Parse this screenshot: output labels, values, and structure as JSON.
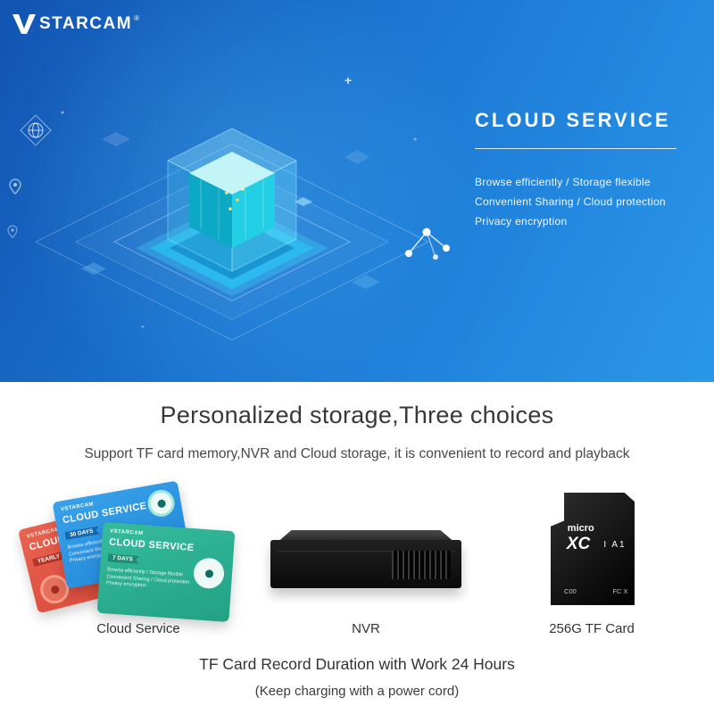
{
  "logo": {
    "text": "STARCAM",
    "reg": "®"
  },
  "hero": {
    "title": "CLOUD SERVICE",
    "features": [
      "Browse efficiently / Storage flexible",
      "Convenient Sharing / Cloud protection",
      "Privacy encryption"
    ]
  },
  "section": {
    "title": "Personalized storage,Three choices",
    "subtitle": "Support TF card memory,NVR and Cloud storage, it is convenient to record and playback",
    "products": [
      {
        "label": "Cloud Service"
      },
      {
        "label": "NVR"
      },
      {
        "label": "256G TF Card"
      }
    ]
  },
  "cards": {
    "red": {
      "brand": "VSTARCAM",
      "title": "CLOUD S",
      "ribbon": "YEARLY"
    },
    "blue": {
      "brand": "VSTARCAM",
      "title": "CLOUD SERVICE",
      "ribbon": "30 DAYS",
      "lines": [
        "Browse efficiently / Storage flexible",
        "Convenient Sharing / Cloud protection",
        "Privacy encryption"
      ]
    },
    "green": {
      "brand": "VSTARCAM",
      "title": "CLOUD SERVICE",
      "ribbon": "7 DAYS",
      "lines": [
        "Browse efficiently / Storage flexible",
        "Convenient Sharing / Cloud protection",
        "Privacy encryption"
      ]
    }
  },
  "tfcard": {
    "brand_line1": "micro",
    "brand_line2": "XC",
    "speed_class": "I A1",
    "mark_left": "C00",
    "mark_right": "FC X"
  },
  "deco": {
    "plus": "+"
  },
  "footer": {
    "line1": "TF Card Record Duration with Work 24 Hours",
    "line2": "(Keep charging with a power cord)"
  },
  "colors": {
    "hero_blue": "#1e88e5",
    "card_red": "#e05744",
    "card_blue": "#2e9be6",
    "card_green": "#2fb093",
    "platform_cyan": "#35d8f5"
  }
}
